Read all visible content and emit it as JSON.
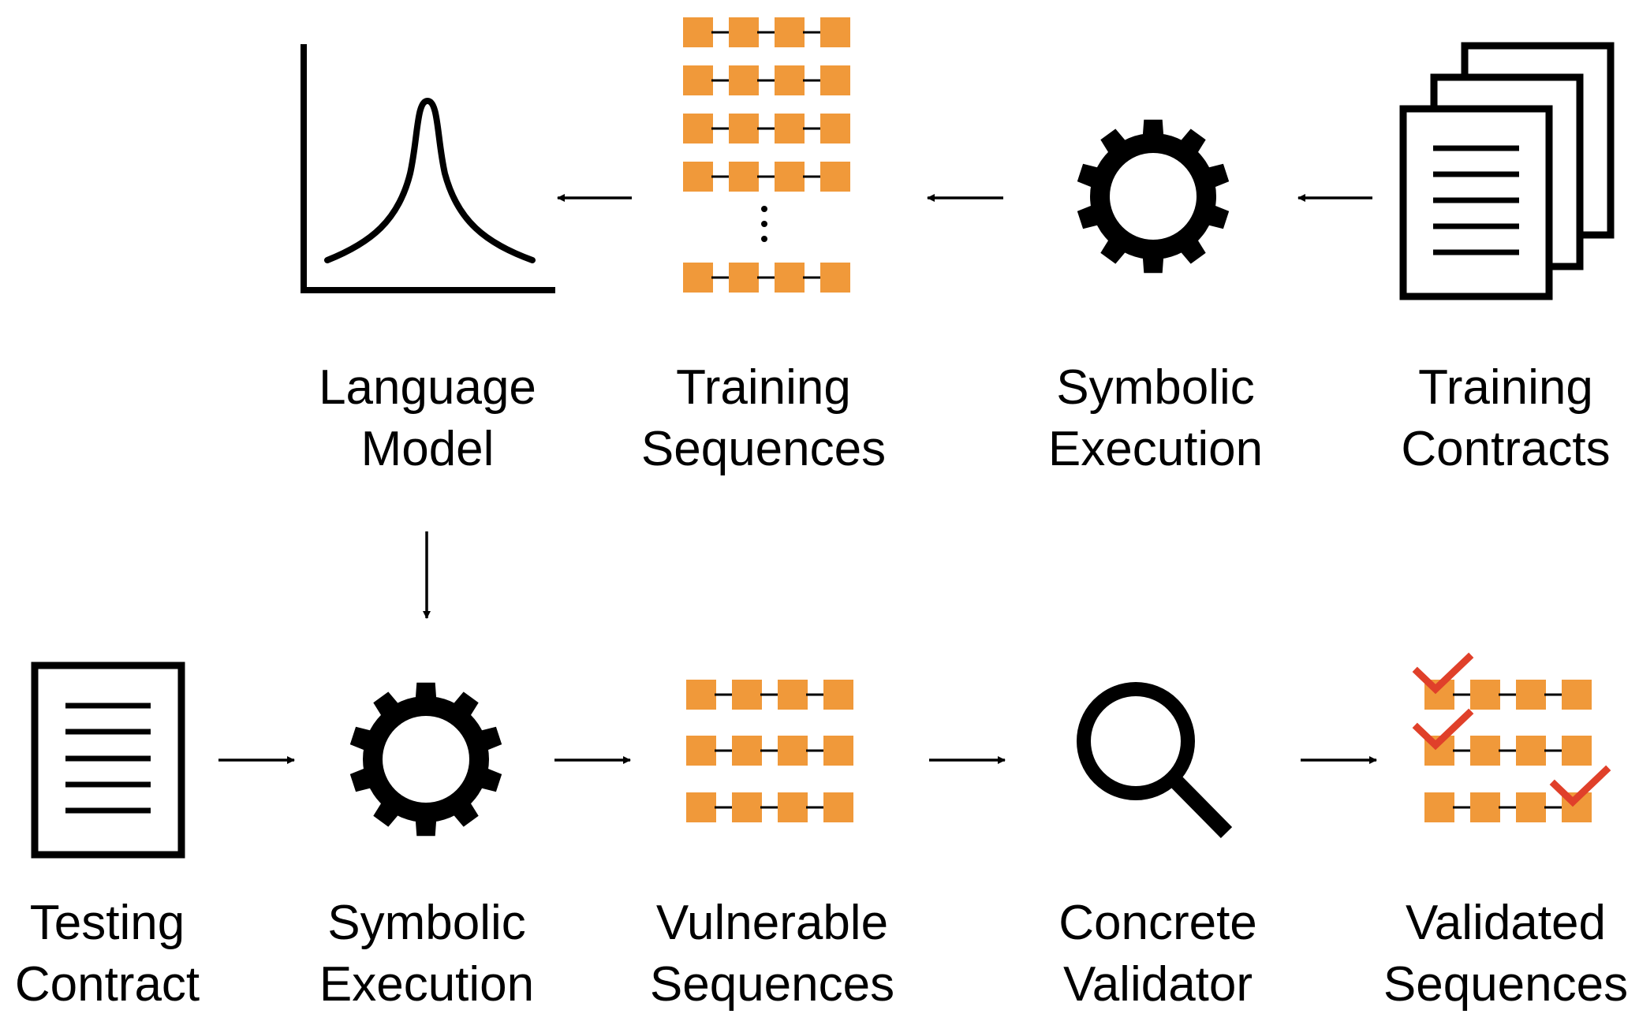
{
  "colors": {
    "stroke": "#000000",
    "sequence_block": "#F0993A",
    "checkmark": "#E0402A",
    "background": "#FFFFFF"
  },
  "nodes": {
    "language_model": {
      "icon": "distribution-curve-icon",
      "line1": "Language",
      "line2": "Model"
    },
    "training_sequences": {
      "icon": "sequence-list-icon",
      "line1": "Training",
      "line2": "Sequences"
    },
    "symbolic_execution_top": {
      "icon": "gear-icon",
      "line1": "Symbolic",
      "line2": "Execution"
    },
    "training_contracts": {
      "icon": "document-stack-icon",
      "line1": "Training",
      "line2": "Contracts"
    },
    "testing_contract": {
      "icon": "document-icon",
      "line1": "Testing",
      "line2": "Contract"
    },
    "symbolic_execution_bottom": {
      "icon": "gear-icon",
      "line1": "Symbolic",
      "line2": "Execution"
    },
    "vulnerable_sequences": {
      "icon": "sequence-list-icon",
      "line1": "Vulnerable",
      "line2": "Sequences"
    },
    "concrete_validator": {
      "icon": "magnifier-icon",
      "line1": "Concrete",
      "line2": "Validator"
    },
    "validated_sequences": {
      "icon": "checked-sequence-list-icon",
      "line1": "Validated",
      "line2": "Sequences"
    }
  },
  "edges": [
    {
      "from": "training_contracts",
      "to": "symbolic_execution_top"
    },
    {
      "from": "symbolic_execution_top",
      "to": "training_sequences"
    },
    {
      "from": "training_sequences",
      "to": "language_model"
    },
    {
      "from": "language_model",
      "to": "symbolic_execution_bottom"
    },
    {
      "from": "testing_contract",
      "to": "symbolic_execution_bottom"
    },
    {
      "from": "symbolic_execution_bottom",
      "to": "vulnerable_sequences"
    },
    {
      "from": "vulnerable_sequences",
      "to": "concrete_validator"
    },
    {
      "from": "concrete_validator",
      "to": "validated_sequences"
    }
  ]
}
